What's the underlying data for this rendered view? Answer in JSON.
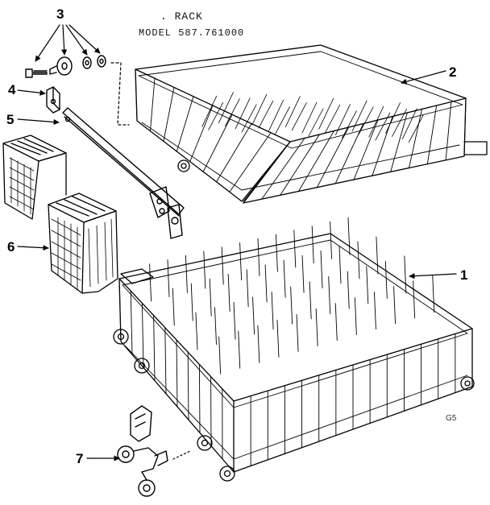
{
  "diagram": {
    "title": ". RACK",
    "model": "MODEL 587.761000",
    "code": "G5",
    "callouts": [
      "1",
      "2",
      "3",
      "4",
      "5",
      "6",
      "7"
    ]
  }
}
